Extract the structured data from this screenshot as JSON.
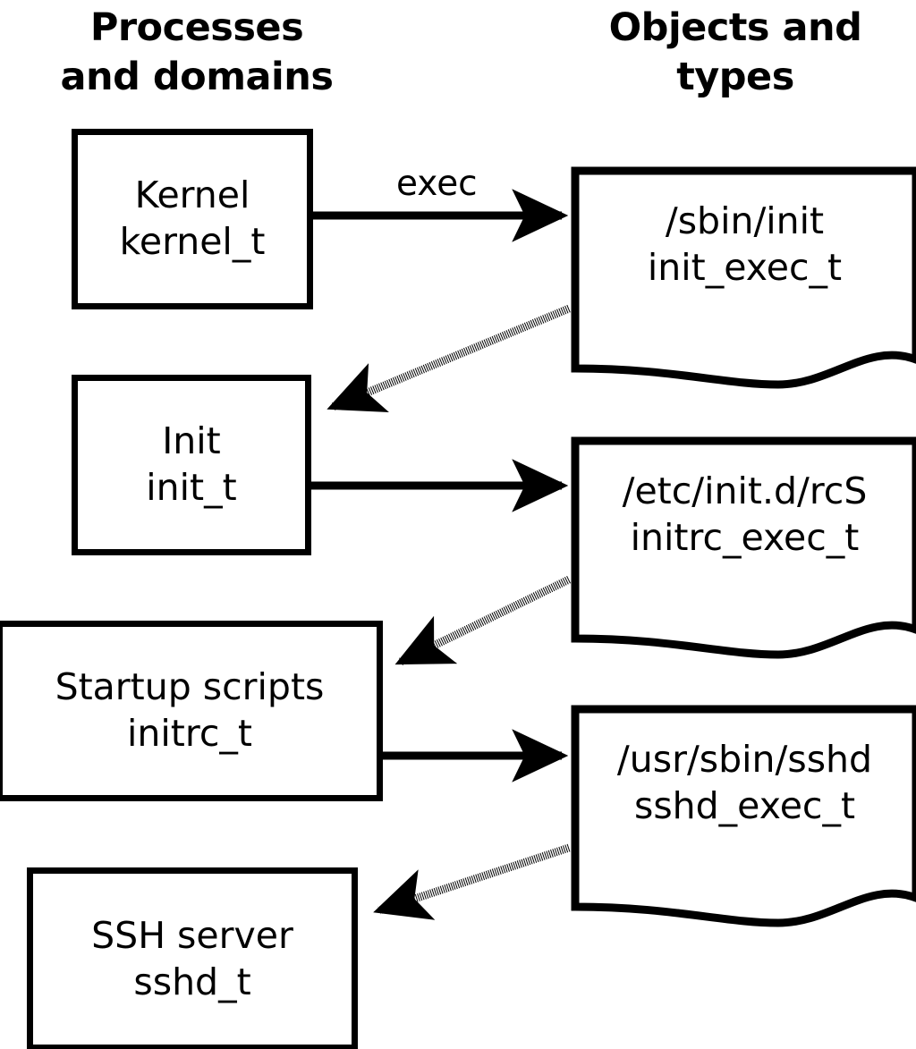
{
  "headers": {
    "left": "Processes\nand domains",
    "right": "Objects and\ntypes"
  },
  "colors": {
    "stroke": "#000000",
    "fill": "#ffffff",
    "background": "#ffffff"
  },
  "processes": [
    {
      "id": "kernel",
      "title": "Kernel",
      "type": "kernel_t"
    },
    {
      "id": "init",
      "title": "Init",
      "type": "init_t"
    },
    {
      "id": "initrc",
      "title": "Startup scripts",
      "type": "initrc_t"
    },
    {
      "id": "sshd",
      "title": "SSH server",
      "type": "sshd_t"
    }
  ],
  "objects": [
    {
      "id": "init-exec",
      "path": "/sbin/init",
      "type": "init_exec_t"
    },
    {
      "id": "initrc-exec",
      "path": "/etc/init.d/rcS",
      "type": "initrc_exec_t"
    },
    {
      "id": "sshd-exec",
      "path": "/usr/sbin/sshd",
      "type": "sshd_exec_t"
    }
  ],
  "edges": [
    {
      "id": "kernel-exec-init",
      "label": "exec",
      "style": "solid",
      "from": "kernel",
      "to": "init-exec"
    },
    {
      "id": "init-exec-transition",
      "label": "",
      "style": "dotted",
      "from": "init-exec",
      "to": "init"
    },
    {
      "id": "init-exec-rcs",
      "label": "",
      "style": "solid",
      "from": "init",
      "to": "initrc-exec"
    },
    {
      "id": "rcs-transition",
      "label": "",
      "style": "dotted",
      "from": "initrc-exec",
      "to": "initrc"
    },
    {
      "id": "initrc-exec-sshd",
      "label": "",
      "style": "solid",
      "from": "initrc",
      "to": "sshd-exec"
    },
    {
      "id": "sshd-transition",
      "label": "",
      "style": "dotted",
      "from": "sshd-exec",
      "to": "sshd"
    }
  ]
}
